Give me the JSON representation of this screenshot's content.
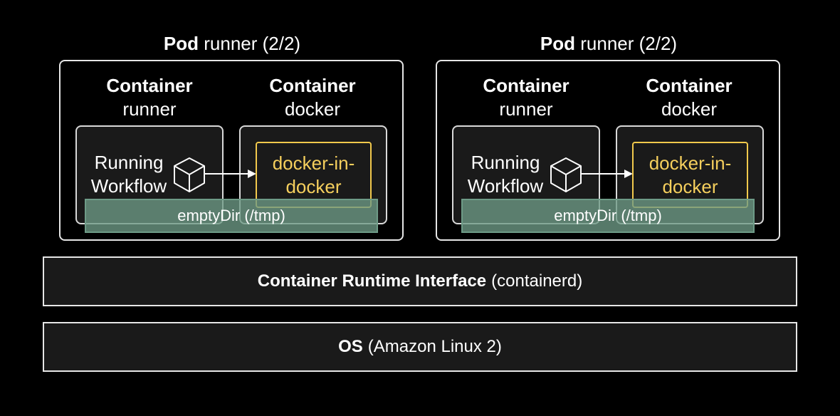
{
  "pods": [
    {
      "title_bold": "Pod",
      "title_rest": "runner (2/2)",
      "containers": [
        {
          "title_bold": "Container",
          "name": "runner",
          "content_line1": "Running",
          "content_line2": "Workflow",
          "icon": "cube-icon"
        },
        {
          "title_bold": "Container",
          "name": "docker",
          "content_line1": "docker-in-",
          "content_line2": "docker"
        }
      ],
      "volume": "emptyDir (/tmp)"
    },
    {
      "title_bold": "Pod",
      "title_rest": "runner (2/2)",
      "containers": [
        {
          "title_bold": "Container",
          "name": "runner",
          "content_line1": "Running",
          "content_line2": "Workflow",
          "icon": "cube-icon"
        },
        {
          "title_bold": "Container",
          "name": "docker",
          "content_line1": "docker-in-",
          "content_line2": "docker"
        }
      ],
      "volume": "emptyDir (/tmp)"
    }
  ],
  "cri": {
    "bold": "Container Runtime Interface",
    "rest": "(containerd)"
  },
  "os": {
    "bold": "OS",
    "rest": "(Amazon Linux 2)"
  },
  "colors": {
    "background": "#000000",
    "border": "#e6e6e6",
    "dind_accent": "#f5cf5d",
    "volume_fill": "#6e9b87"
  }
}
